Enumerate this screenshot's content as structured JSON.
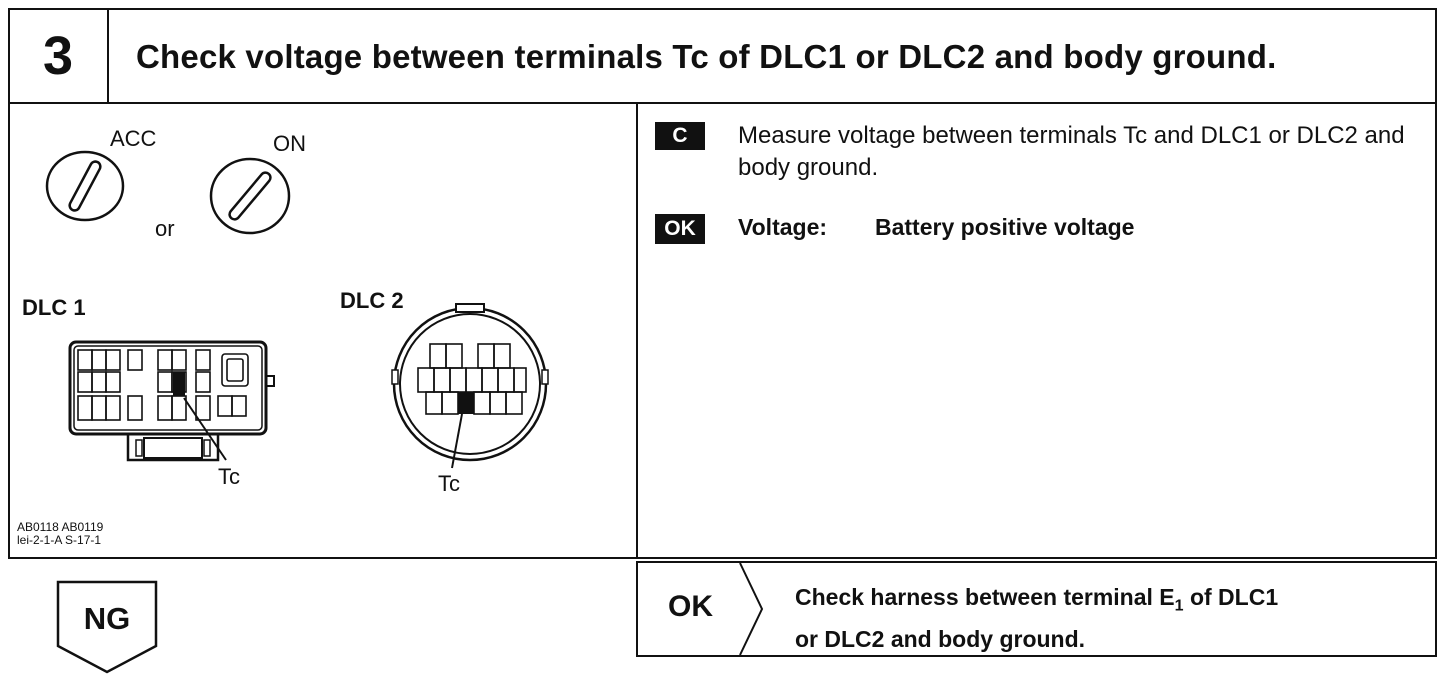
{
  "header": {
    "step_number": "3",
    "title": "Check voltage between terminals Tc of DLC1 or DLC2 and body ground."
  },
  "diagram": {
    "acc_label": "ACC",
    "on_label": "ON",
    "or_label": "or",
    "dlc1_label": "DLC 1",
    "dlc2_label": "DLC 2",
    "tc1_label": "Tc",
    "tc2_label": "Tc",
    "ref_line1": "AB0118 AB0119",
    "ref_line2": "lei-2-1-A S-17-1"
  },
  "procedure": {
    "c_tag": "C",
    "measure_text": "Measure voltage between terminals Tc and DLC1 or DLC2 and body ground.",
    "ok_tag": "OK",
    "voltage_label": "Voltage:",
    "voltage_value": "Battery positive voltage"
  },
  "result_ok": {
    "label": "OK",
    "text_line1_pre": "Check harness between terminal E",
    "text_line1_sub": "1",
    "text_line1_post": " of DLC1",
    "text_line2": "or DLC2 and body ground."
  },
  "result_ng": {
    "label": "NG"
  }
}
